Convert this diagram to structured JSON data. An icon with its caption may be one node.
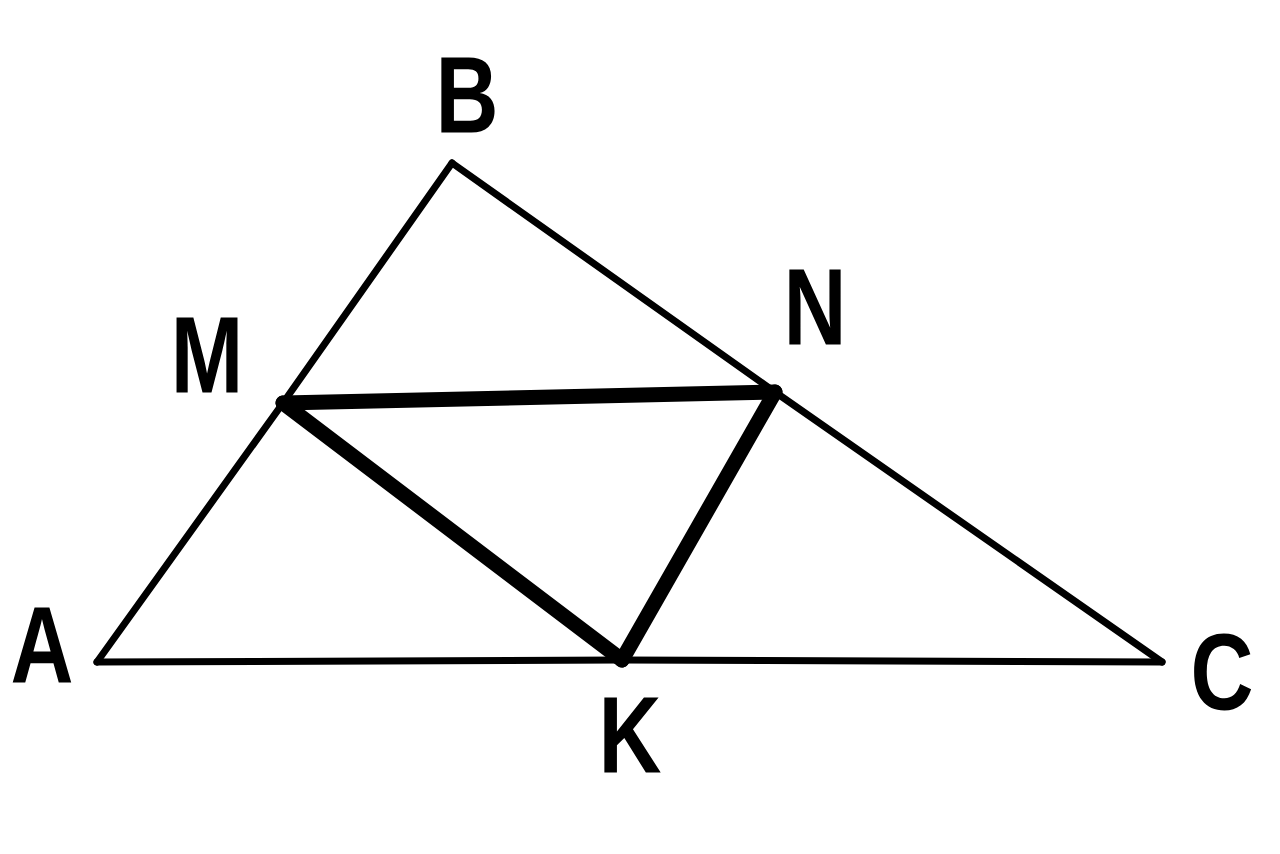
{
  "diagram": {
    "nodes": [
      {
        "text": [
          "A"
        ]
      },
      {
        "text": [
          "B"
        ]
      },
      {
        "text": [
          "C"
        ]
      },
      {
        "text": [
          "M"
        ]
      },
      {
        "text": [
          "N"
        ]
      },
      {
        "text": [
          "K"
        ]
      }
    ],
    "edges": [
      {
        "from": 0,
        "to": 3,
        "arrow": "none"
      },
      {
        "from": 3,
        "to": 1,
        "arrow": "none"
      },
      {
        "from": 1,
        "to": 4,
        "arrow": "none"
      },
      {
        "from": 4,
        "to": 2,
        "arrow": "none"
      },
      {
        "from": 0,
        "to": 5,
        "arrow": "none"
      },
      {
        "from": 5,
        "to": 2,
        "arrow": "none"
      },
      {
        "from": 3,
        "to": 4,
        "arrow": "none",
        "style": "thick"
      },
      {
        "from": 3,
        "to": 5,
        "arrow": "none",
        "style": "thick"
      },
      {
        "from": 4,
        "to": 5,
        "arrow": "none",
        "style": "thick"
      }
    ]
  }
}
